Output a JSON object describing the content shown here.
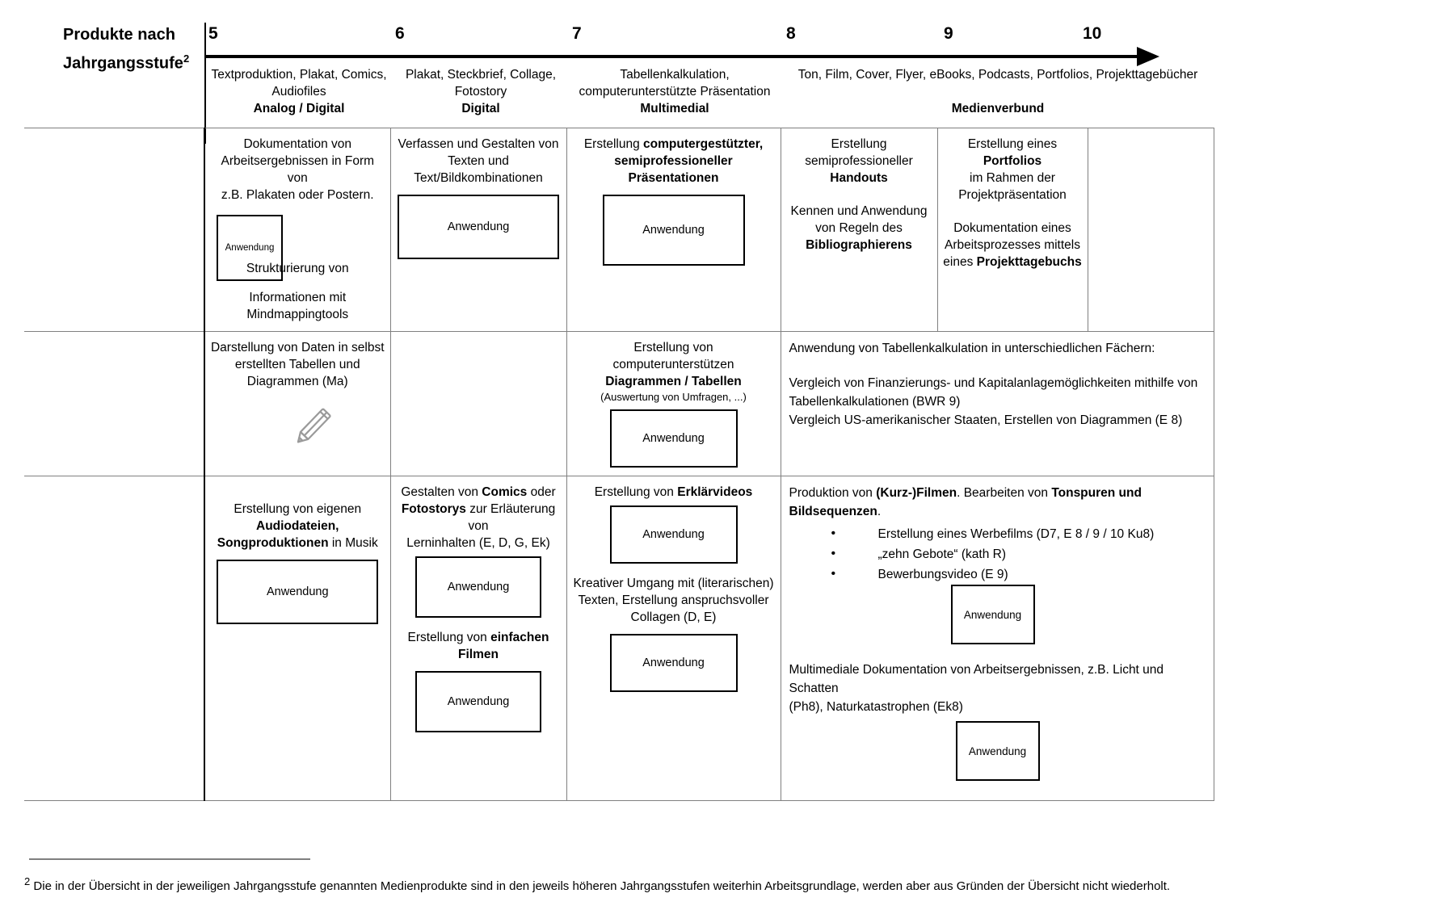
{
  "header": {
    "row_title": "Produkte nach Jahrgangsstufe",
    "row_title_sup": "2",
    "grades": [
      "5",
      "6",
      "7",
      "8",
      "9",
      "10"
    ],
    "products": [
      "Textproduktion, Plakat, Comics, Audiofiles",
      "Plakat, Steckbrief, Collage, Fotostory",
      "Tabellenkalkulation, computerunterstützte Präsentation",
      "Ton, Film, Cover, Flyer, eBooks, Podcasts, Portfolios, Projekttagebücher"
    ],
    "categories": [
      "Analog / Digital",
      "Digital",
      "Multimedial",
      "Medienverbund"
    ]
  },
  "anwendung_label": "Anwendung",
  "row1": {
    "c1": {
      "line1": "Dokumentation von",
      "line2": "Arbeitsergebnissen in Form von",
      "line3": "z.B. Plakaten oder Postern.",
      "overlap1": "Strukturierung von",
      "overlap2": "Informationen mit",
      "overlap3": "Mindmappingtools"
    },
    "c2": {
      "line1": "Verfassen und Gestalten von",
      "line2": "Texten und",
      "line3": "Text/Bildkombinationen"
    },
    "c3": {
      "p1_a": "Erstellung ",
      "p1_b": "computergestützter, semiprofessioneller Präsentationen"
    },
    "c4": {
      "l1": "Erstellung",
      "l2": "semiprofessioneller",
      "l3": "Handouts",
      "l4": "Kennen und Anwendung",
      "l5": "von Regeln des",
      "l6": "Bibliographierens"
    },
    "c5": {
      "l1_a": "Erstellung eines ",
      "l1_b": "Portfolios",
      "l2": "im Rahmen der",
      "l3": "Projektpräsentation",
      "l4": "Dokumentation eines",
      "l5": "Arbeitsprozesses mittels",
      "l6_a": "eines ",
      "l6_b": "Projekttagebuchs"
    }
  },
  "row2": {
    "c1": {
      "l1": "Darstellung von Daten in selbst",
      "l2": "erstellten Tabellen und",
      "l3": "Diagrammen (Ma)"
    },
    "c3": {
      "l1": "Erstellung von computerunterstützen",
      "l2": "Diagrammen / Tabellen",
      "l3": "(Auswertung von Umfragen, ...)"
    },
    "c4": {
      "l1": "Anwendung von Tabellenkalkulation in unterschiedlichen Fächern:",
      "l2": "Vergleich von Finanzierungs- und Kapitalanlagemöglichkeiten mithilfe von",
      "l3": "Tabellenkalkulationen (BWR 9)",
      "l4": "Vergleich US-amerikanischer Staaten, Erstellen von Diagrammen (E 8)"
    }
  },
  "row3": {
    "c1": {
      "l1": "Erstellung von eigenen",
      "l2": "Audiodateien,",
      "l3_a": "Songproduktionen",
      "l3_b": " in Musik"
    },
    "c2": {
      "l1_a": "Gestalten von ",
      "l1_b": "Comics",
      "l1_c": " oder",
      "l2_a": "Fotostorys",
      "l2_b": " zur Erläuterung von",
      "l3": "Lerninhalten (E, D, G, Ek)",
      "l4_a": "Erstellung von ",
      "l4_b": "einfachen Filmen"
    },
    "c3": {
      "l1_a": "Erstellung von ",
      "l1_b": "Erklärvideos",
      "l2": "Kreativer Umgang mit (literarischen)",
      "l3": "Texten, Erstellung anspruchsvoller",
      "l4": "Collagen  (D, E)"
    },
    "c4": {
      "intro_a": "Produktion von ",
      "intro_b": "(Kurz-)Filmen",
      "intro_c": ". Bearbeiten von ",
      "intro_d": "Tonspuren und Bildsequenzen",
      "intro_e": ".",
      "bullets": [
        "Erstellung eines Werbefilms (D7, E 8 / 9 / 10  Ku8)",
        "„zehn Gebote“ (kath R)",
        "Bewerbungsvideo (E 9)"
      ],
      "tail1": "Multimediale Dokumentation von Arbeitsergebnissen, z.B. Licht und Schatten",
      "tail2": "(Ph8), Naturkatastrophen (Ek8)"
    }
  },
  "footnote": {
    "marker": "2",
    "text": "Die in der Übersicht in der jeweiligen Jahrgangsstufe genannten Medienprodukte sind in den jeweils höheren Jahrgangsstufen weiterhin Arbeitsgrundlage, werden aber aus Gründen der Übersicht nicht wiederholt."
  }
}
